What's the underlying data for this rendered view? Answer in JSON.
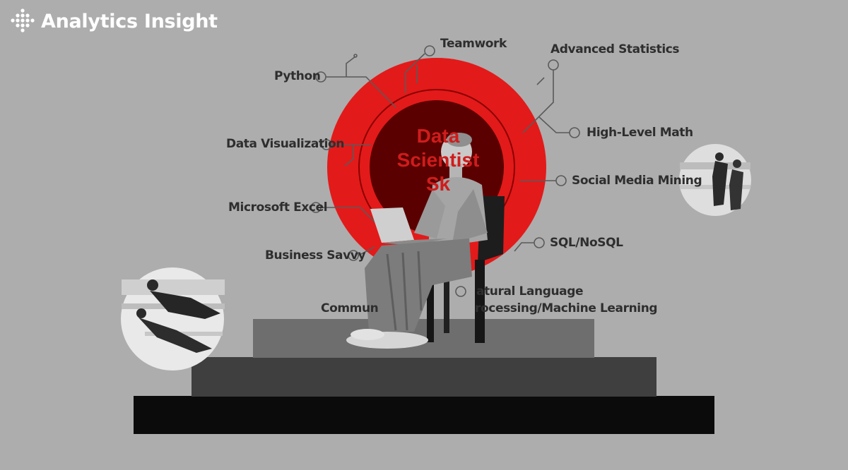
{
  "brand": {
    "name": "Analytics Insight",
    "logo_icon": "dotted-diamond-icon"
  },
  "colors": {
    "background": "#adadad",
    "accent_red": "#e31a1a",
    "dark_red": "#5a0000",
    "step_light": "#6e6e6e",
    "step_mid": "#3f3f3f",
    "step_dark": "#0b0b0b"
  },
  "center_label": {
    "line1": "Data",
    "line2": "Scientist",
    "line3": "Sk"
  },
  "skills": {
    "teamwork": "Teamwork",
    "advanced_statistics": "Advanced Statistics",
    "python": "Python",
    "high_level_math": "High-Level Math",
    "data_visualization": "Data Visualization",
    "social_media_mining": "Social Media Mining",
    "microsoft_excel": "Microsoft Excel",
    "sql_nosql": "SQL/NoSQL",
    "business_savvy": "Business Savvy",
    "nlp_line1": "atural Language",
    "nlp_line2": "rocessing/Machine Learning",
    "communication": "Commun"
  }
}
